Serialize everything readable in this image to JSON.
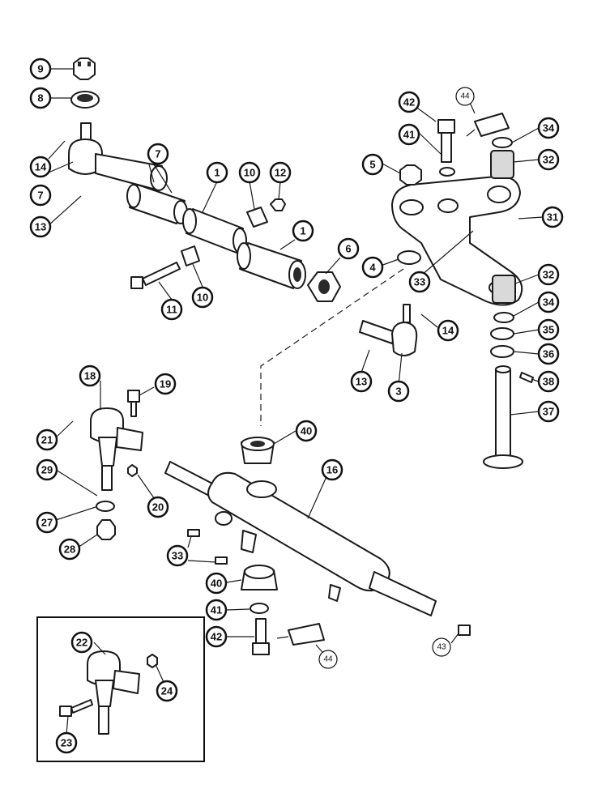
{
  "callouts": [
    "9",
    "8",
    "14",
    "7",
    "13",
    "7",
    "1",
    "10",
    "12",
    "1",
    "6",
    "10",
    "11",
    "42",
    "44",
    "34",
    "41",
    "32",
    "5",
    "31",
    "4",
    "33",
    "32",
    "34",
    "14",
    "35",
    "36",
    "13",
    "3",
    "38",
    "37",
    "18",
    "19",
    "21",
    "40",
    "16",
    "29",
    "20",
    "27",
    "28",
    "33",
    "40",
    "41",
    "42",
    "44",
    "43",
    "22",
    "24",
    "23"
  ]
}
